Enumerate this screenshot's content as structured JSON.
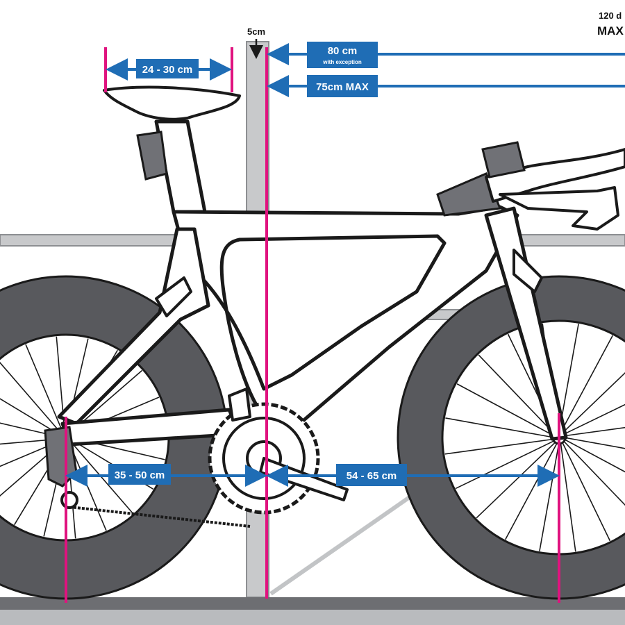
{
  "labels": {
    "saddle_width": "24 - 30 cm",
    "offset_top": "5cm",
    "reach_with_exception_main": "80 cm",
    "reach_with_exception_sub": "with exception",
    "reach_max": "75cm MAX",
    "rear_center": "35 - 50 cm",
    "front_center": "54 - 65 cm",
    "corner_line1": "120 d",
    "corner_line2": "MAX"
  },
  "colors": {
    "label_box": "#1f6db5",
    "limit_line": "#e0137f",
    "jig": "#c8c9cb",
    "tire": "#58595d"
  }
}
